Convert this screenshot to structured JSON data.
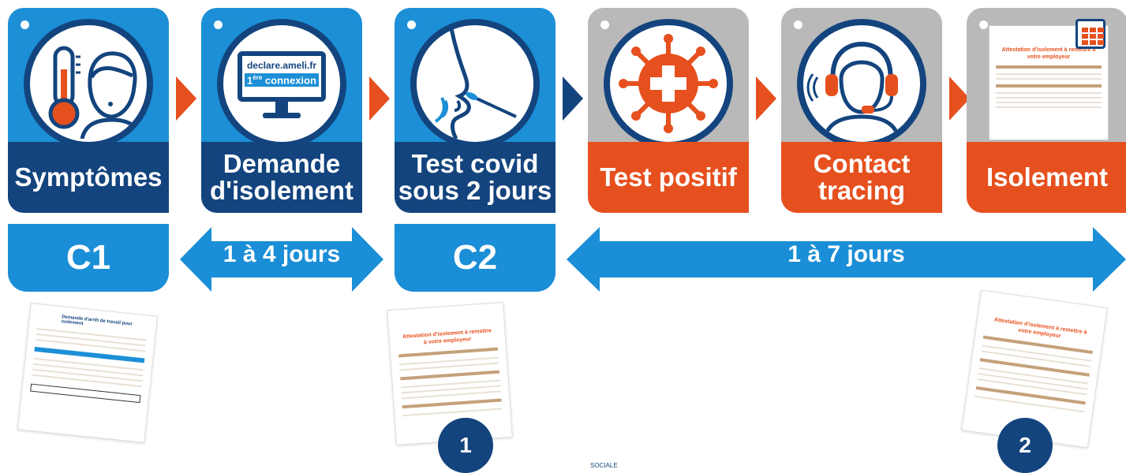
{
  "steps": [
    {
      "label": "Symptômes",
      "icon": "thermometer-person-icon"
    },
    {
      "label": "Demande d'isolement",
      "icon": "computer-screen-icon",
      "screen_line1": "declare.ameli.fr",
      "screen_line2_sup": "ère",
      "screen_line2_pre": "1",
      "screen_line2_post": "connexion"
    },
    {
      "label": "Test covid sous 2 jours",
      "icon": "nasal-swab-icon"
    },
    {
      "label": "Test positif",
      "icon": "virus-icon"
    },
    {
      "label": "Contact tracing",
      "icon": "headset-operator-icon"
    },
    {
      "label": "Isolement",
      "icon": "certificate-calendar-icon",
      "doc_title": "Attestation d'isolement à remettre à votre employeur"
    }
  ],
  "phases": {
    "c1": "C1",
    "c2": "C2",
    "span1": "1 à 4 jours",
    "span2": "1 à 7 jours"
  },
  "documents": {
    "doc_a_title": "Demande d'arrêt de travail pour isolement",
    "doc_b_title": "Attestation d'isolement à remettre à votre employeur",
    "doc_c_title": "Attestation d'isolement à remettre à votre employeur"
  },
  "badges": [
    "1",
    "2"
  ],
  "footer_text": "SOCIALE",
  "colors": {
    "blue": "#1c8fd6",
    "navy": "#13447e",
    "orange": "#e6501e",
    "gray": "#b9b9b9"
  }
}
